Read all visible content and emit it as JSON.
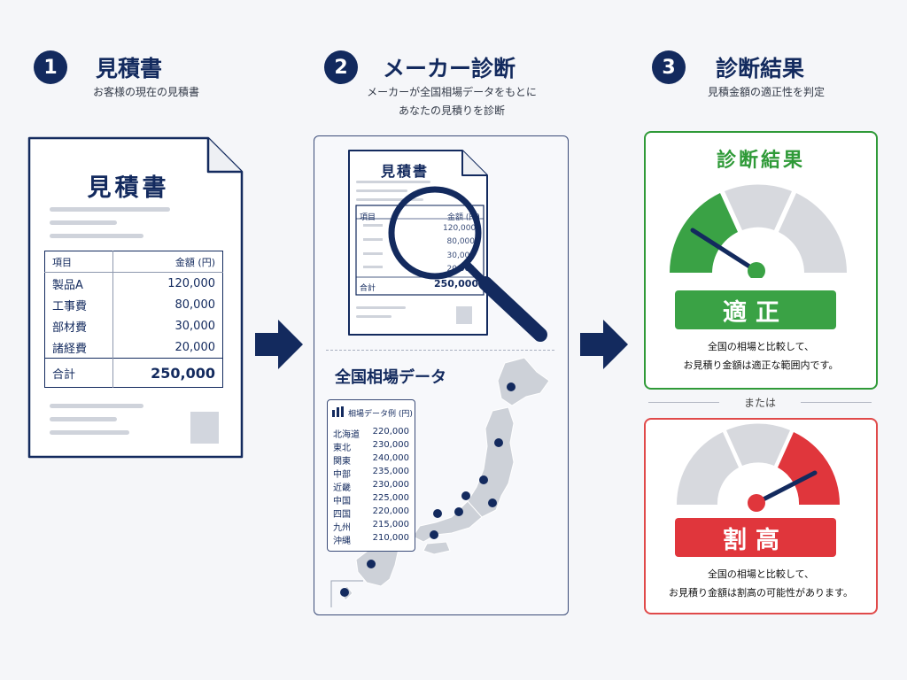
{
  "steps": [
    {
      "number": "1",
      "title": "見積書",
      "desc": "お客様の現在の見積書"
    },
    {
      "number": "2",
      "title": "メーカー診断",
      "desc_line1": "メーカーが全国相場データをもとに",
      "desc_line2": "あなたの見積りを診断"
    },
    {
      "number": "3",
      "title": "診断結果",
      "desc": "見積金額の適正性を判定"
    }
  ],
  "quote": {
    "title": "見積書",
    "header": {
      "item": "項目",
      "amount": "金額 (円)"
    },
    "rows": [
      {
        "item": "製品A",
        "amount": "120,000"
      },
      {
        "item": "工事費",
        "amount": "80,000"
      },
      {
        "item": "部材費",
        "amount": "30,000"
      },
      {
        "item": "諸経費",
        "amount": "20,000"
      }
    ],
    "total": {
      "label": "合計",
      "amount": "250,000"
    }
  },
  "diagnosis": {
    "doc_title": "見積書",
    "header": {
      "item": "項目",
      "amount": "金額 (円)"
    },
    "amounts": [
      "120,000",
      "80,000",
      "30,000",
      "20,000"
    ],
    "total": {
      "label": "合計",
      "amount": "250,000"
    },
    "market_title": "全国相場データ",
    "market_table_title": "相場データ例 (円)",
    "regions": [
      {
        "name": "北海道",
        "price": "220,000"
      },
      {
        "name": "東北",
        "price": "230,000"
      },
      {
        "name": "関東",
        "price": "240,000"
      },
      {
        "name": "中部",
        "price": "235,000"
      },
      {
        "name": "近畿",
        "price": "230,000"
      },
      {
        "name": "中国",
        "price": "225,000"
      },
      {
        "name": "四国",
        "price": "220,000"
      },
      {
        "name": "九州",
        "price": "215,000"
      },
      {
        "name": "沖縄",
        "price": "210,000"
      }
    ]
  },
  "result": {
    "title": "診断結果",
    "ok_label": "適正",
    "ok_text_line1": "全国の相場と比較して、",
    "ok_text_line2": "お見積り金額は適正な範囲内です。",
    "or_label": "または",
    "high_label": "割高",
    "high_text_line1": "全国の相場と比較して、",
    "high_text_line2": "お見積り金額は割高の可能性があります。"
  },
  "colors": {
    "navy": "#132a5e",
    "ok_green": "#3aa245",
    "high_red": "#e0363c",
    "gauge_gray": "#d7d9de"
  },
  "icons": [
    "document-icon",
    "magnifier-icon",
    "japan-map-icon",
    "bar-chart-icon",
    "arrow-right-icon",
    "gauge-icon"
  ]
}
